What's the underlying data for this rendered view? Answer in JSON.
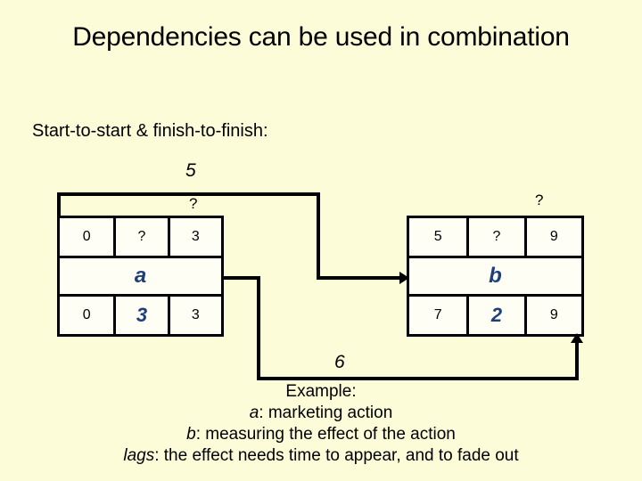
{
  "slide": {
    "title": "Dependencies can be used in combination",
    "subtitle": "Start-to-start & finish-to-finish:",
    "background_color": "#fdfcd9",
    "accent_color": "#1f3f7a",
    "line_color": "#000000",
    "cell_fill_color": "#fefef4"
  },
  "diagram": {
    "type": "gantt-dependency",
    "tasks": [
      {
        "id": "a",
        "label": "a",
        "top_row": [
          "0",
          "?",
          "3"
        ],
        "bottom_row": [
          "0",
          "3",
          "3"
        ],
        "highlight_cell_index": 1,
        "question_mark_above": "?"
      },
      {
        "id": "b",
        "label": "b",
        "top_row": [
          "5",
          "?",
          "9"
        ],
        "bottom_row": [
          "7",
          "2",
          "9"
        ],
        "highlight_cell_index": 1,
        "question_mark_above": "?"
      }
    ],
    "links": [
      {
        "name": "start-to-start",
        "from": "a",
        "to": "b",
        "lag_label": "5",
        "arrow": "right"
      },
      {
        "name": "finish-to-finish",
        "from": "a",
        "to": "b",
        "lag_label": "6",
        "arrow": "up"
      }
    ]
  },
  "note": {
    "heading": "Example:",
    "lines": [
      {
        "term": "a",
        "rest": ": marketing action"
      },
      {
        "term": "b",
        "rest": ": measuring the effect of the action"
      },
      {
        "term": "lags",
        "rest": ": the effect needs time to appear, and to fade out"
      }
    ]
  }
}
